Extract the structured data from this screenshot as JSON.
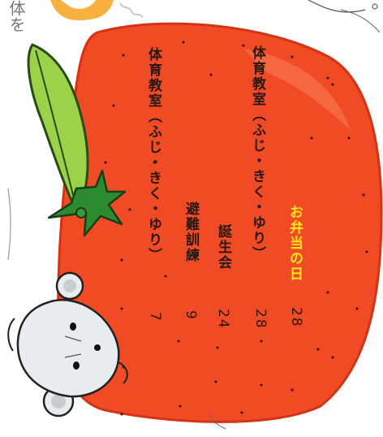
{
  "header": {
    "handwritten_text": "体を"
  },
  "colors": {
    "tomato": "#f04b24",
    "tomato_light": "#f6734a",
    "leaf": "#9bd24a",
    "stem": "#2e8a2e",
    "event_text": "#2a1814",
    "highlight_text": "#ffe71a",
    "accent_orange": "#f7a31c"
  },
  "schedule": [
    {
      "day": "7",
      "event": "体育教室（ふじ・きく・ゆり）",
      "highlight": false
    },
    {
      "day": "9",
      "event": "避難訓練",
      "highlight": false
    },
    {
      "day": "24",
      "event": "誕生会",
      "highlight": false
    },
    {
      "day": "28",
      "event": "体育教室（ふじ・きく・ゆり）",
      "highlight": false
    },
    {
      "day": "28",
      "event": "お弁当の日",
      "highlight": true
    }
  ],
  "decorations": {
    "tomato": "tomato-illustration",
    "leaf": "leaf-illustration",
    "mouse": "mouse-illustration"
  }
}
